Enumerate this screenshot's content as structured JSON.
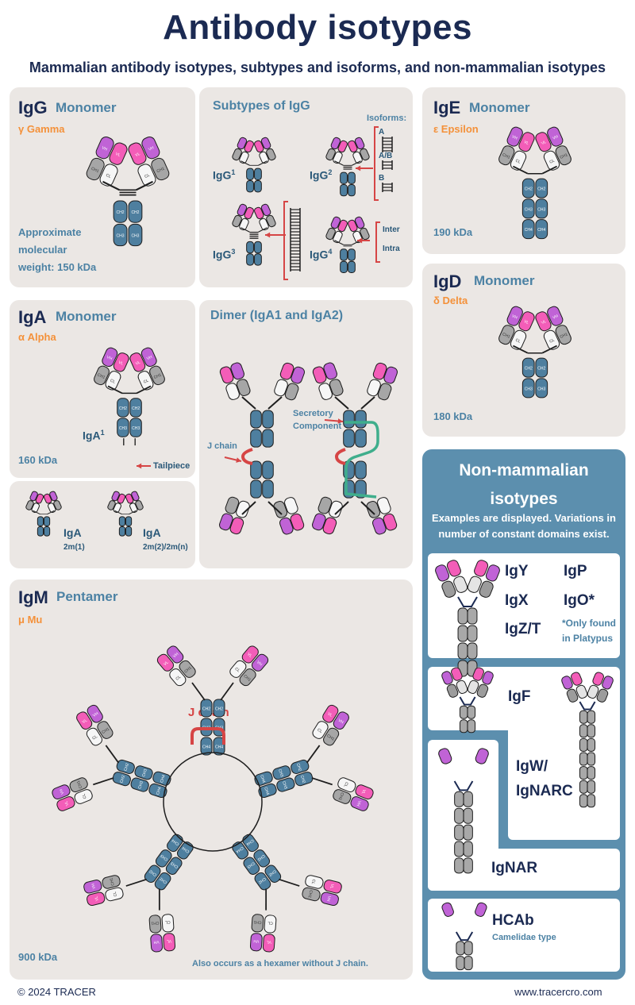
{
  "header": {
    "title": "Antibody isotypes",
    "subtitle": "Mammalian antibody isotypes, subtypes and isoforms, and non-mammalian isotypes"
  },
  "igg": {
    "name": "IgG",
    "form": "Monomer",
    "greek": "γ Gamma",
    "weight_lines": [
      "Approximate",
      "molecular",
      "weight: 150 kDa"
    ]
  },
  "subtypes": {
    "title": "Subtypes of IgG",
    "isoforms_label": "Isoforms:",
    "isoform_a": "A",
    "isoform_ab": "A/B",
    "isoform_b": "B",
    "igg1": "IgG",
    "igg1_sup": "1",
    "igg2": "IgG",
    "igg2_sup": "2",
    "igg3": "IgG",
    "igg3_sup": "3",
    "igg4": "IgG",
    "igg4_sup": "4",
    "inter": "Inter",
    "intra": "Intra"
  },
  "ige": {
    "name": "IgE",
    "form": "Monomer",
    "greek": "ε Epsilon",
    "weight": "190 kDa"
  },
  "igd": {
    "name": "IgD",
    "form": "Monomer",
    "greek": "δ Delta",
    "weight": "180 kDa"
  },
  "iga": {
    "name": "IgA",
    "form": "Monomer",
    "greek": "α Alpha",
    "weight": "160 kDa",
    "label": "IgA",
    "label_sup": "1",
    "tailpiece": "Tailpiece",
    "sub1_name": "IgA",
    "sub1_detail": "2m(1)",
    "sub2_name": "IgA",
    "sub2_detail": "2m(2)/2m(n)"
  },
  "dimer": {
    "title": "Dimer (IgA1 and IgA2)",
    "j_chain": "J chain",
    "secretory_1": "Secretory",
    "secretory_2": "Component"
  },
  "igm": {
    "name": "IgM",
    "form": "Pentamer",
    "greek": "μ Mu",
    "weight": "900 kDa",
    "j_chain": "J chain",
    "note": "Also occurs as a hexamer without J chain."
  },
  "non_mammalian": {
    "title_1": "Non-mammalian",
    "title_2": "isotypes",
    "desc_1": "Examples are displayed. Variations in",
    "desc_2": "number of constant domains exist.",
    "igy": "IgY",
    "igp": "IgP",
    "igx": "IgX",
    "igo": "IgO*",
    "igzt": "IgZ/T",
    "platypus_1": "*Only found",
    "platypus_2": "in Platypus",
    "igf": "IgF",
    "igw_1": "IgW/",
    "igw_2": "IgNARC",
    "ignar": "IgNAR",
    "hcab": "HCAb",
    "camelidae": "Camelidae type"
  },
  "domain_labels": {
    "vh": "VH",
    "vl": "VL",
    "ch1": "CH1",
    "ch2": "CH2",
    "ch3": "CH3",
    "ch4": "CH4",
    "cl": "CL"
  },
  "colors": {
    "vh": "#c063d6",
    "vl": "#f35db8",
    "cl": "#f6f6f6",
    "ch1": "#a6a6a6",
    "fc": "#4e7f9f",
    "fc_dark": "#2d4d64",
    "hinge": "#1e1e1e",
    "panel": "#ebe7e4",
    "nm_bg": "#5c8fae",
    "red": "#d64545",
    "teal": "#3fae8c"
  },
  "footer": {
    "left": "© 2024 TRACER",
    "right": "www.tracercro.com"
  }
}
